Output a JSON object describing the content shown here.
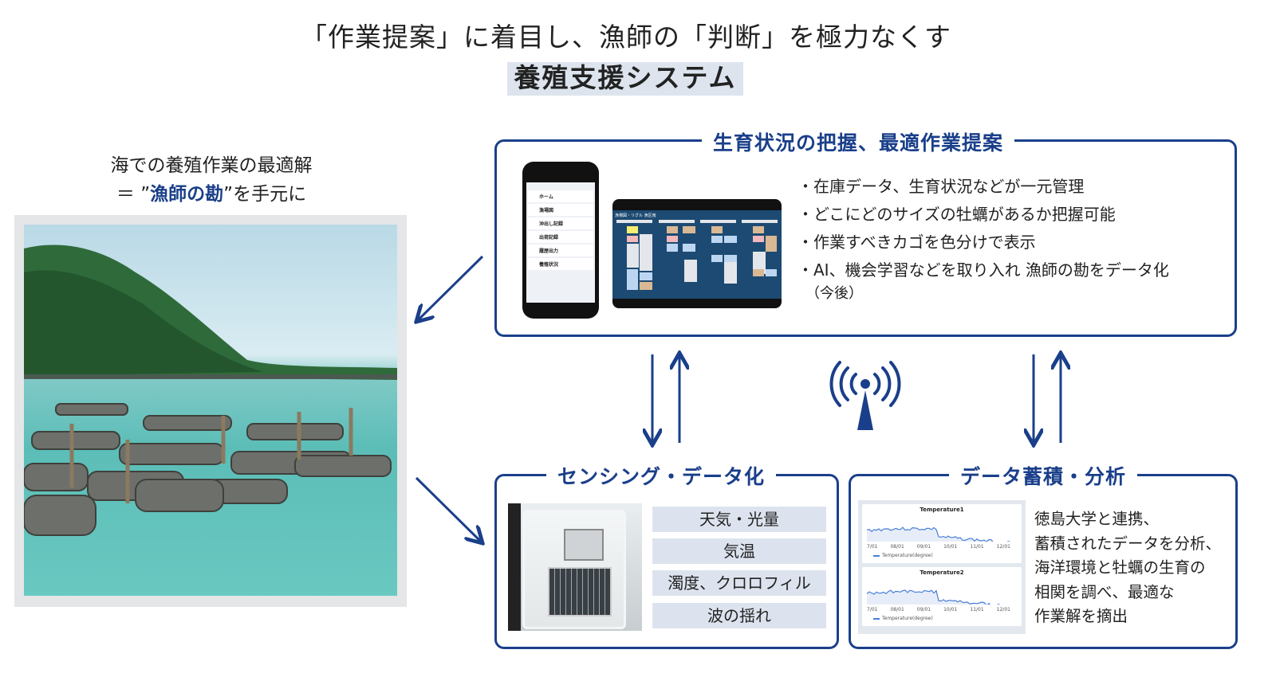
{
  "header": {
    "title_line1": "「作業提案」に着目し、漁師の「判断」を極力なくす",
    "title_line2": "養殖支援システム"
  },
  "left": {
    "line1": "海での養殖作業の最適解",
    "line2_prefix": "＝ ”",
    "line2_highlight": "漁師の勘",
    "line2_suffix": "”を手元に"
  },
  "top_panel": {
    "title": "生育状況の把握、最適作業提案",
    "bullets": [
      "・在庫データ、生育状況などが一元管理",
      "・どこにどのサイズの牡蠣があるか把握可能",
      "・作業すべきカゴを色分けで表示",
      "・AI、機会学習などを取り入れ 漁師の勘をデータ化",
      "（今後）"
    ],
    "phone_menu": [
      "ホーム",
      "漁場図",
      "沖出し記録",
      "出荷記録",
      "履歴出力",
      "養殖状況"
    ],
    "tablet_title": "漁場図・リグル 漁区南"
  },
  "sensing_panel": {
    "title": "センシング・データ化",
    "labels": [
      "天気・光量",
      "気温",
      "濁度、クロロフィル",
      "波の揺れ"
    ]
  },
  "analysis_panel": {
    "title": "データ蓄積・分析",
    "text": [
      "徳島大学と連携、",
      "蓄積されたデータを分析、",
      "海洋環境と牡蠣の生育の",
      "相関を調べ、最適な",
      "作業解を摘出"
    ],
    "charts": [
      {
        "title": "Temperature1",
        "legend": "Temperature(degree)",
        "ticks": [
          "7/01",
          "08/01",
          "09/01",
          "10/01",
          "11/01",
          "12/01"
        ]
      },
      {
        "title": "Temperature2",
        "legend": "Temperature(degree)",
        "ticks": [
          "7/01",
          "08/01",
          "09/01",
          "10/01",
          "11/01",
          "12/01"
        ]
      }
    ]
  },
  "colors": {
    "accent": "#1a3f8a",
    "label_bg": "#dde3ee"
  }
}
